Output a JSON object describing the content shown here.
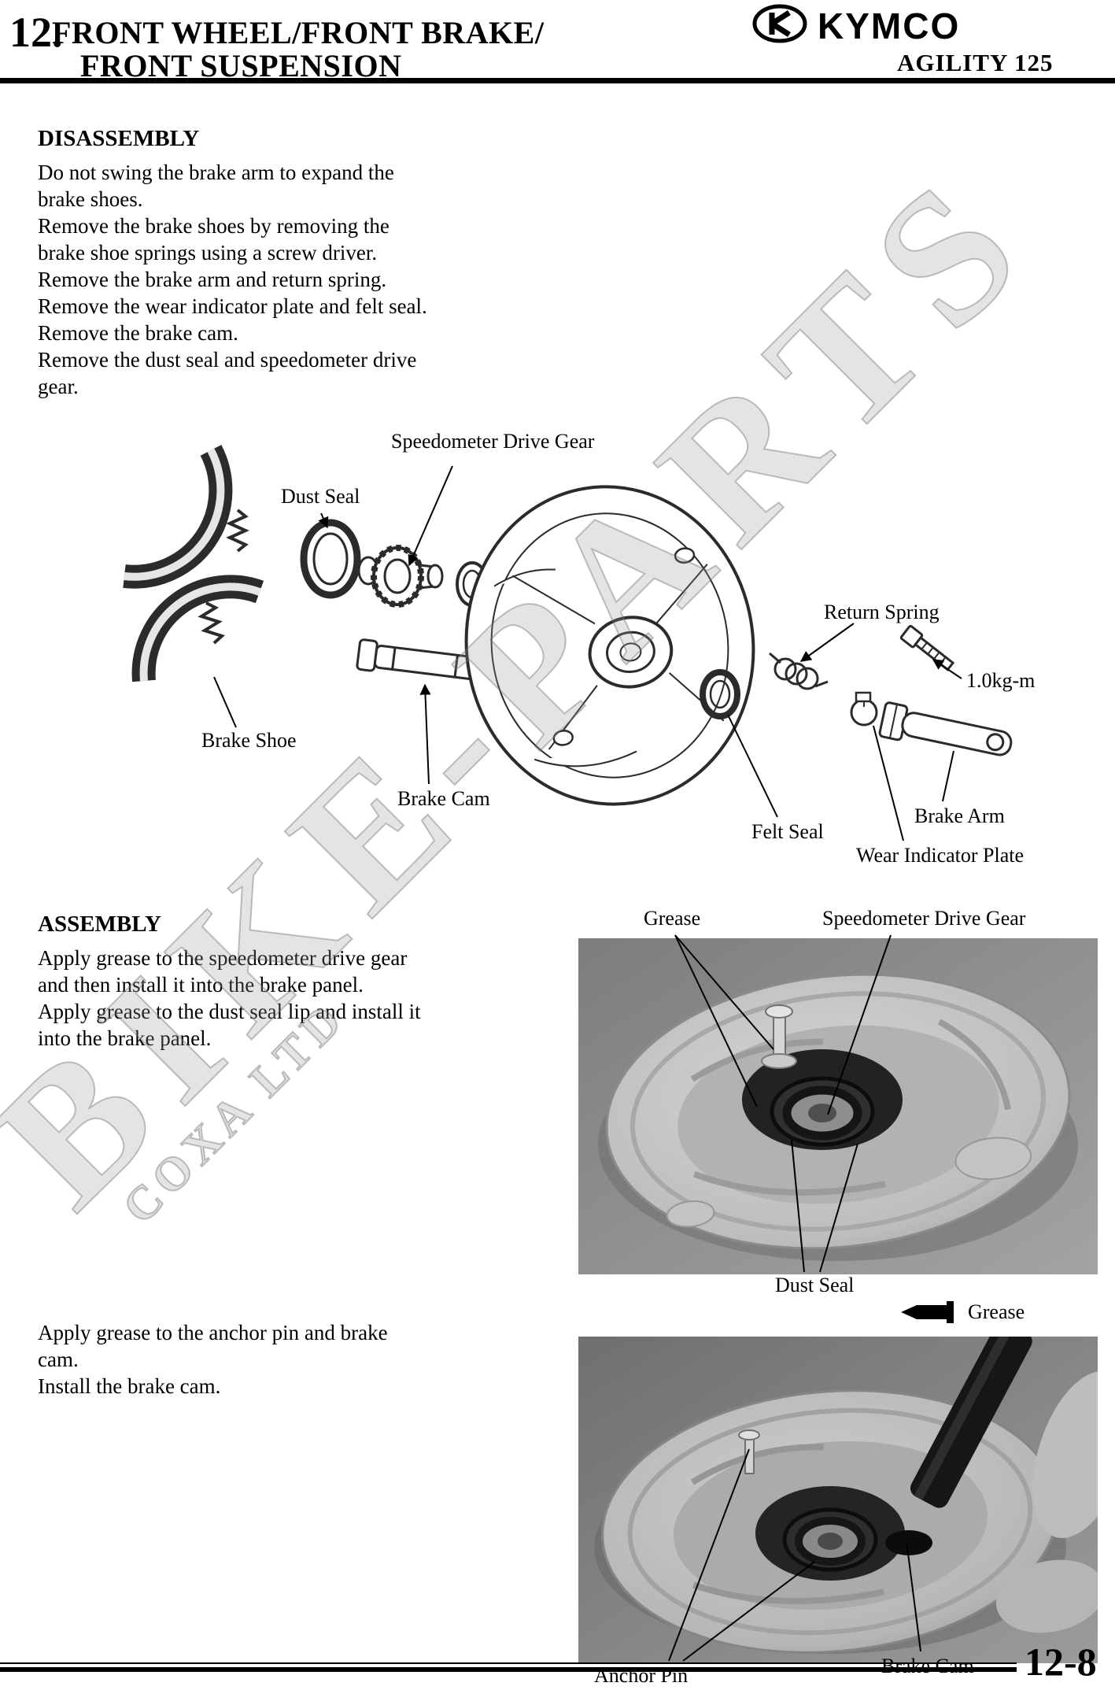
{
  "header": {
    "section_number": "12.",
    "title_line1": "FRONT WHEEL/FRONT BRAKE/",
    "title_line2": "FRONT SUSPENSION",
    "brand": "KYMCO",
    "model": "AGILITY 125"
  },
  "watermark": {
    "line1": "BIKE-PARTS",
    "line2": "COXA LTD"
  },
  "disassembly": {
    "heading": "DISASSEMBLY",
    "lines": [
      "Do not swing the brake arm to expand the",
      "brake shoes.",
      "Remove the brake shoes by removing the",
      "brake shoe springs using a screw driver.",
      "Remove the brake arm and return spring.",
      "Remove the wear indicator plate and felt seal.",
      "Remove the brake cam.",
      "Remove the dust seal and speedometer drive",
      "gear."
    ]
  },
  "diagram": {
    "labels": {
      "speedometer_drive_gear": "Speedometer Drive Gear",
      "dust_seal": "Dust Seal",
      "return_spring": "Return Spring",
      "torque": "1.0kg-m",
      "brake_shoe": "Brake Shoe",
      "brake_cam": "Brake Cam",
      "felt_seal": "Felt Seal",
      "brake_arm": "Brake Arm",
      "wear_indicator_plate": "Wear Indicator Plate"
    }
  },
  "assembly": {
    "heading": "ASSEMBLY",
    "para1_lines": [
      "Apply grease to the speedometer drive gear",
      "and then install it into the brake panel.",
      "Apply grease to the dust seal lip and install it",
      "into the brake panel."
    ],
    "para2_lines": [
      "Apply grease to the anchor pin and brake",
      "cam.",
      "Install the brake cam."
    ]
  },
  "photo1": {
    "labels": {
      "grease": "Grease",
      "speedometer_drive_gear": "Speedometer Drive Gear",
      "dust_seal": "Dust Seal"
    }
  },
  "photo2": {
    "labels": {
      "grease": "Grease",
      "anchor_pin": "Anchor Pin",
      "brake_cam": "Brake Cam"
    }
  },
  "footer": {
    "page_number": "12-8"
  }
}
